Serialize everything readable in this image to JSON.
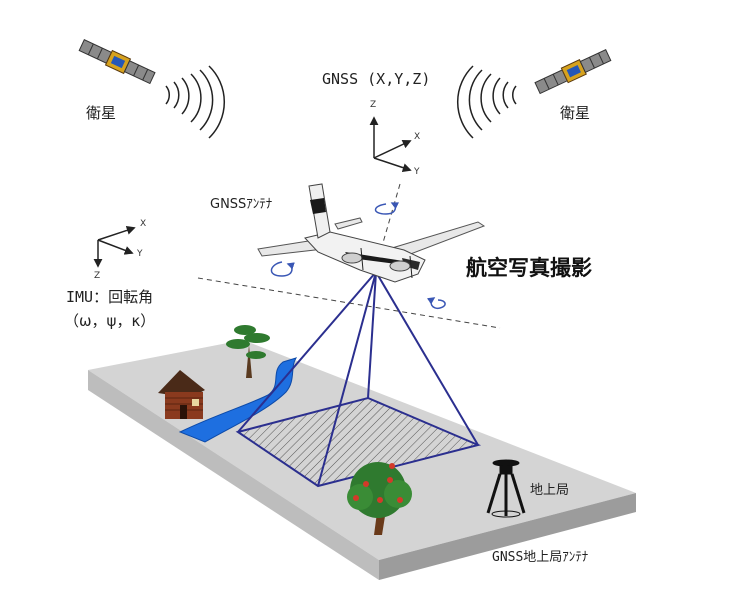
{
  "labels": {
    "satellite_left": "衛星",
    "satellite_right": "衛星",
    "gnss_xyz": "GNSS (X,Y,Z)",
    "gnss_antenna": "GNSSｱﾝﾃﾅ",
    "aerial_photo": "航空写真撮影",
    "imu_title": "IMU：回転角",
    "imu_angles": "（ω，ψ，κ）",
    "ground_station": "地上局",
    "gnss_ground_antenna": "GNSS地上局ｱﾝﾃﾅ"
  },
  "axes": {
    "top": {
      "z": "Z",
      "x": "X",
      "y": "Y"
    },
    "left": {
      "x": "X",
      "y": "Y",
      "z": "Z"
    }
  },
  "colors": {
    "ground_top": "#d4d4d4",
    "ground_side": "#9c9c9c",
    "river": "#1e6fe0",
    "pyramid": "#2b2f8f",
    "rotation_arrow": "#3a57b5",
    "tree_leaves": "#2f7a2f",
    "fruit": "#d23a2a"
  }
}
